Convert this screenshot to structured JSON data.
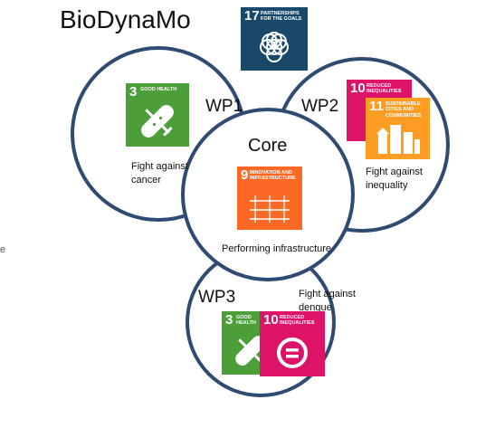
{
  "title": "BioDynaMo",
  "edge_mark": "e",
  "colors": {
    "goal3": "#4c9f38",
    "goal9": "#fd6925",
    "goal10": "#dd1367",
    "goal11": "#fd9d24",
    "goal17": "#19486a",
    "circle_stroke": "#2f4a73"
  },
  "partnership": {
    "number": "17",
    "label": "PARTNERSHIPS FOR THE GOALS"
  },
  "wp1": {
    "label": "WP1",
    "caption": "Fight against cancer",
    "tile": {
      "number": "3",
      "label": "GOOD HEALTH"
    }
  },
  "wp2": {
    "label": "WP2",
    "caption": "Fight against inequality",
    "tile_back": {
      "number": "10",
      "label": "REDUCED INEQUALITIES"
    },
    "tile_front": {
      "number": "11",
      "label": "SUSTAINABLE CITIES AND COMMUNITIES"
    }
  },
  "core": {
    "label": "Core",
    "caption": "Performing infrastructure",
    "tile": {
      "number": "9",
      "label": "INNOVATION AND INFRASTRUCTURE"
    }
  },
  "wp3": {
    "label": "WP3",
    "caption": "Fight against dengue",
    "tile_a": {
      "number": "3",
      "label": "GOOD HEALTH"
    },
    "tile_b": {
      "number": "10",
      "label": "REDUCED INEQUALITIES"
    }
  }
}
